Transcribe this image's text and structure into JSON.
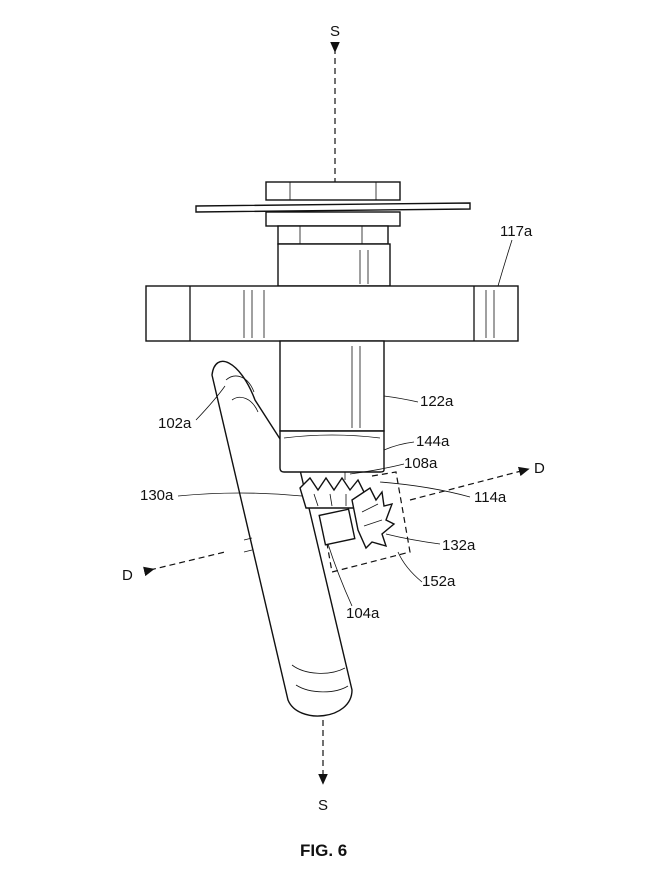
{
  "figure": {
    "caption": "FIG. 6",
    "axes": {
      "s_top": "S",
      "s_bottom": "S",
      "d_right": "D",
      "d_left": "D"
    },
    "labels": {
      "l117a": "117a",
      "l122a": "122a",
      "l102a": "102a",
      "l144a": "144a",
      "l108a": "108a",
      "l130a": "130a",
      "l114a": "114a",
      "l132a": "132a",
      "l152a": "152a",
      "l104a": "104a"
    }
  }
}
